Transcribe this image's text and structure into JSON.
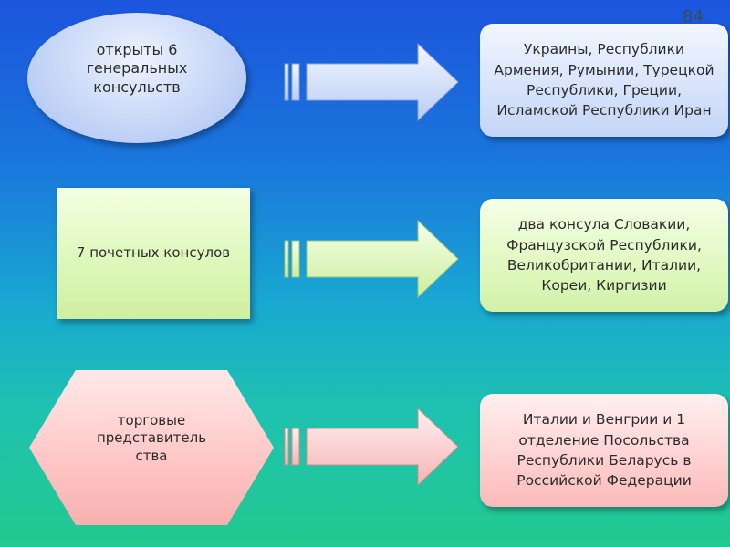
{
  "page_number": "84",
  "rows": [
    {
      "left_text": "открыты 6 генеральных консульств",
      "right_text": "Украины, Республики Армения, Румынии, Турецкой Республики, Греции, Исламской Республики Иран"
    },
    {
      "left_text": "7 почетных консулов",
      "right_text": "два консула Словакии, Французской Республики, Великобритании, Италии, Кореи, Киргизии"
    },
    {
      "left_text": "торговые представитель ства",
      "right_text": "Италии и Венгрии и 1 отделение Посольства Республики Беларусь в Российской Федерации"
    }
  ],
  "colors": {
    "background_top": "#1c55dd",
    "background_bottom": "#23c98f",
    "row1_fill": "#c7d7f7",
    "row2_fill": "#dcf7b8",
    "row3_fill": "#ffc8c8"
  },
  "shapes": [
    "ellipse",
    "rectangle",
    "hexagon"
  ],
  "connectors": [
    "striped-right-arrow",
    "striped-right-arrow",
    "striped-right-arrow"
  ]
}
